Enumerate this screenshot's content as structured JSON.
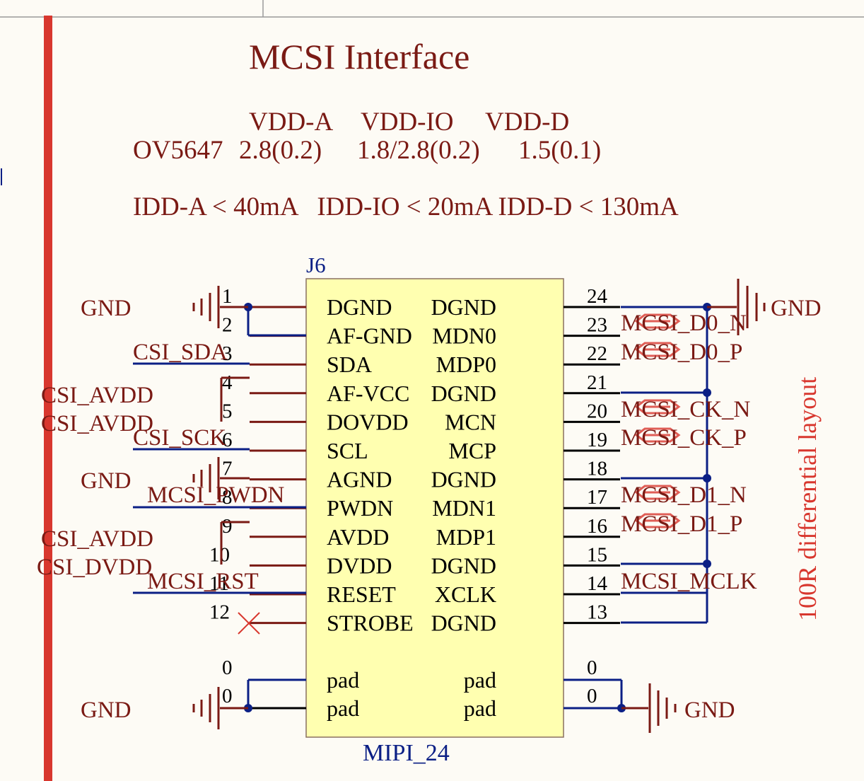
{
  "title": "MCSI Interface",
  "supply_header": [
    "VDD-A",
    "VDD-IO",
    "VDD-D"
  ],
  "supply_row": {
    "part": "OV5647",
    "vdd_a": "2.8(0.2)",
    "vdd_io": "1.8/2.8(0.2)",
    "vdd_d": "1.5(0.1)"
  },
  "current_line": "IDD-A < 40mA   IDD-IO < 20mA IDD-D < 130mA",
  "component": {
    "designator": "J6",
    "value": "MIPI_24"
  },
  "left_pins": [
    {
      "num": "1",
      "name": "DGND"
    },
    {
      "num": "2",
      "name": "AF-GND"
    },
    {
      "num": "3",
      "name": "SDA"
    },
    {
      "num": "4",
      "name": "AF-VCC"
    },
    {
      "num": "5",
      "name": "DOVDD"
    },
    {
      "num": "6",
      "name": "SCL"
    },
    {
      "num": "7",
      "name": "AGND"
    },
    {
      "num": "8",
      "name": "PWDN"
    },
    {
      "num": "9",
      "name": "AVDD"
    },
    {
      "num": "10",
      "name": "DVDD"
    },
    {
      "num": "11",
      "name": "RESET"
    },
    {
      "num": "12",
      "name": "STROBE"
    }
  ],
  "right_pins": [
    {
      "num": "24",
      "name": "DGND"
    },
    {
      "num": "23",
      "name": "MDN0"
    },
    {
      "num": "22",
      "name": "MDP0"
    },
    {
      "num": "21",
      "name": "DGND"
    },
    {
      "num": "20",
      "name": "MCN"
    },
    {
      "num": "19",
      "name": "MCP"
    },
    {
      "num": "18",
      "name": "DGND"
    },
    {
      "num": "17",
      "name": "MDN1"
    },
    {
      "num": "16",
      "name": "MDP1"
    },
    {
      "num": "15",
      "name": "DGND"
    },
    {
      "num": "14",
      "name": "XCLK"
    },
    {
      "num": "13",
      "name": "DGND"
    }
  ],
  "pad_pins": {
    "left": [
      {
        "num": "0",
        "name": "pad"
      },
      {
        "num": "0",
        "name": "pad"
      }
    ],
    "right": [
      {
        "num": "0",
        "name": "pad"
      },
      {
        "num": "0",
        "name": "pad"
      }
    ]
  },
  "left_nets": {
    "gnd_top": "GND",
    "csi_sda": "CSI_SDA",
    "csi_avdd_1": "CSI_AVDD",
    "csi_avdd_2": "CSI_AVDD",
    "csi_sck": "CSI_SCK",
    "gnd_mid": "GND",
    "mcsi_pwdn": "MCSI_PWDN",
    "csi_avdd_3": "CSI_AVDD",
    "csi_dvdd": "CSI_DVDD",
    "mcsi_rst": "MCSI_RST",
    "gnd_pad": "GND"
  },
  "right_nets": {
    "gnd_top": "GND",
    "d0_n": "MCSI_D0_N",
    "d0_p": "MCSI_D0_P",
    "ck_n": "MCSI_CK_N",
    "ck_p": "MCSI_CK_P",
    "d1_n": "MCSI_D1_N",
    "d1_p": "MCSI_D1_P",
    "mclk": "MCSI_MCLK",
    "gnd_pad": "GND"
  },
  "side_note": "100R differential layout",
  "colors": {
    "text": "#7a1a14",
    "wire": "#0b1f85",
    "accent": "#d8372e",
    "component_fill": "#ffffb0",
    "background": "#fdfbf5"
  }
}
